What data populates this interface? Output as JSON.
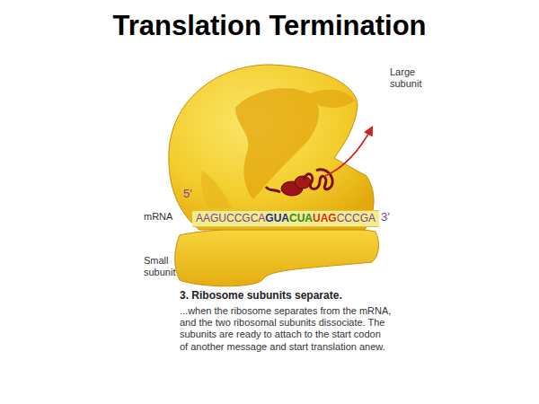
{
  "diagram": {
    "title": "Translation Termination",
    "caption": "3. Ribosome subunits separate.",
    "nodes": [
      {
        "text": [
          "AAGUCCGCA",
          "GUA",
          "CUA",
          "UAG",
          "CCCGA"
        ]
      }
    ],
    "labels": [
      "Large subunit",
      "5′",
      "mRNA",
      "3′",
      "Small subunit",
      "...when the ribosome separates from the mRNA, and the two ribosomal subunits dissociate. The subunits are ready to attach to the start codon of another message and start translation anew."
    ]
  }
}
